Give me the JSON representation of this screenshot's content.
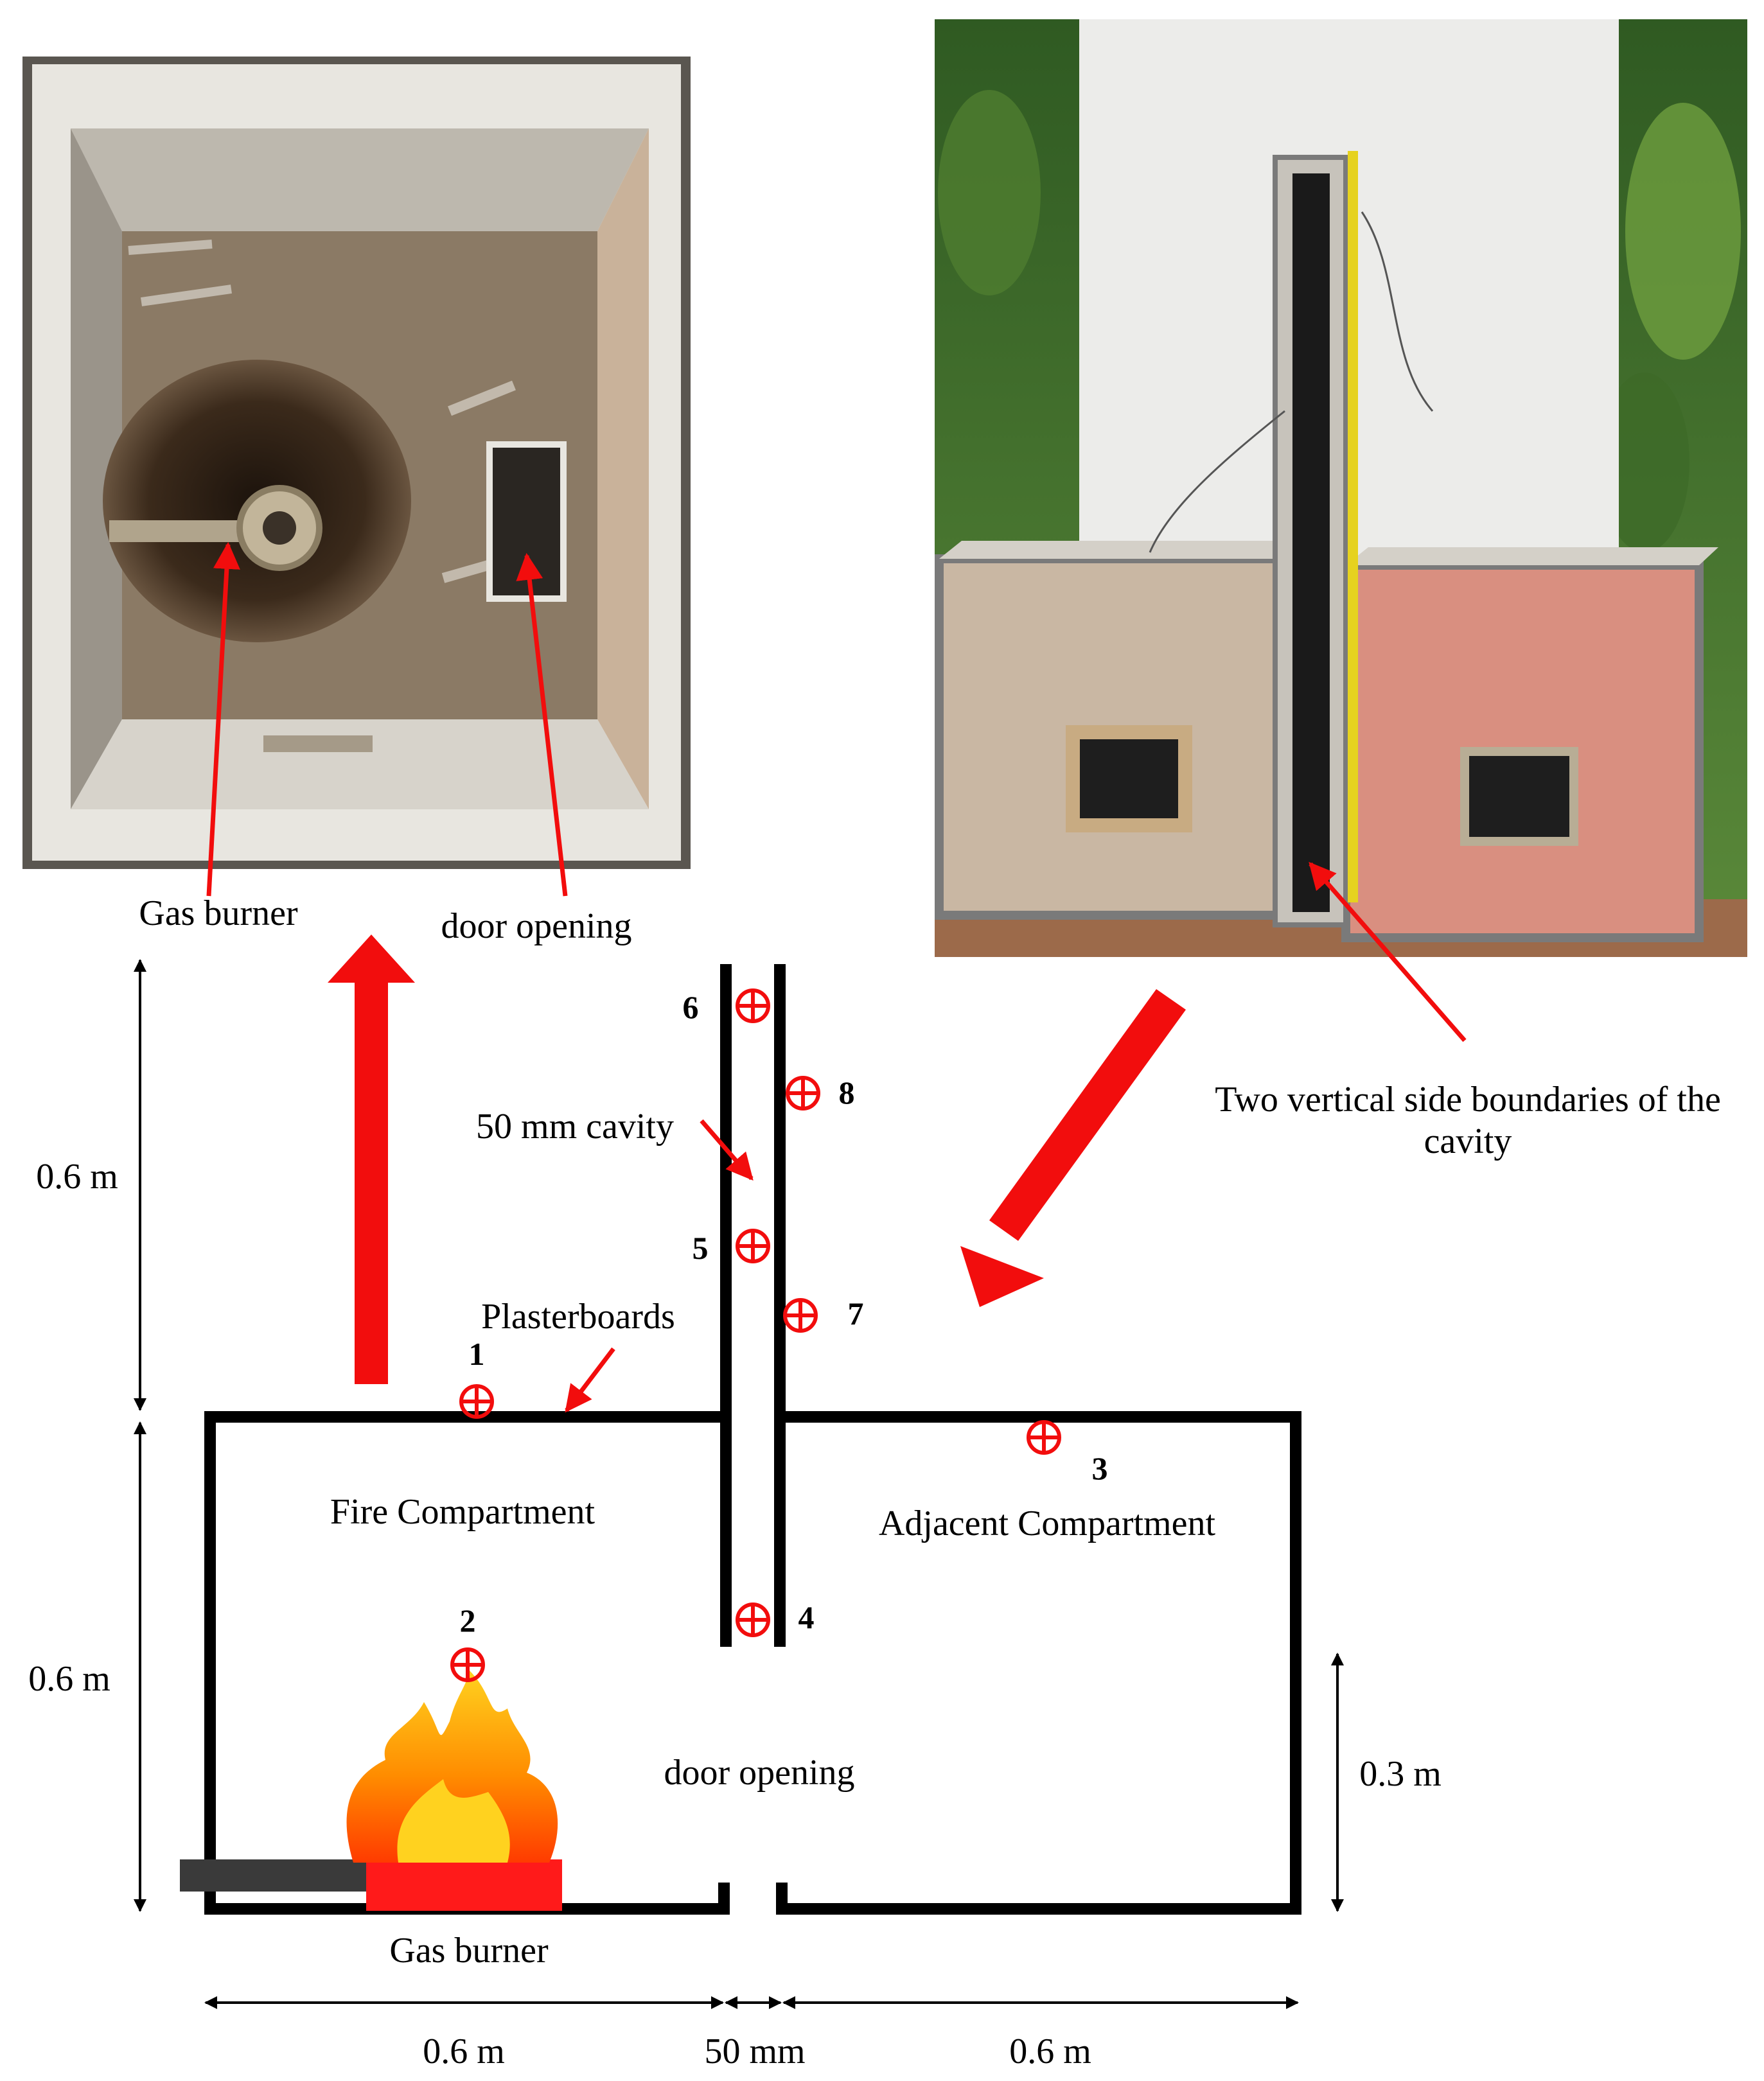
{
  "photos": {
    "left_caption_burner": "Gas burner",
    "left_caption_door": "door opening",
    "right_caption_line1": "Two vertical side boundaries of the",
    "right_caption_line2": "cavity"
  },
  "diagram": {
    "fire_compartment": "Fire Compartment",
    "adjacent_compartment": "Adjacent Compartment",
    "door_opening": "door opening",
    "gas_burner": "Gas burner",
    "plasterboards": "Plasterboards",
    "cavity_label": "50 mm cavity",
    "thermocouples": [
      "1",
      "2",
      "3",
      "4",
      "5",
      "6",
      "7",
      "8"
    ],
    "dim_top_height": "0.6 m",
    "dim_bottom_height": "0.6 m",
    "dim_door_height": "0.3 m",
    "dim_fire_width": "0.6 m",
    "dim_cavity_width": "50 mm",
    "dim_adjacent_width": "0.6 m"
  },
  "colors": {
    "accent_red": "#f20d0d",
    "wall_black": "#000000",
    "burner_red": "#ff1a1a",
    "pipe_gray": "#3a3a3a",
    "flame_orange": "#ff8c00",
    "flame_yellow": "#ffd21f"
  }
}
